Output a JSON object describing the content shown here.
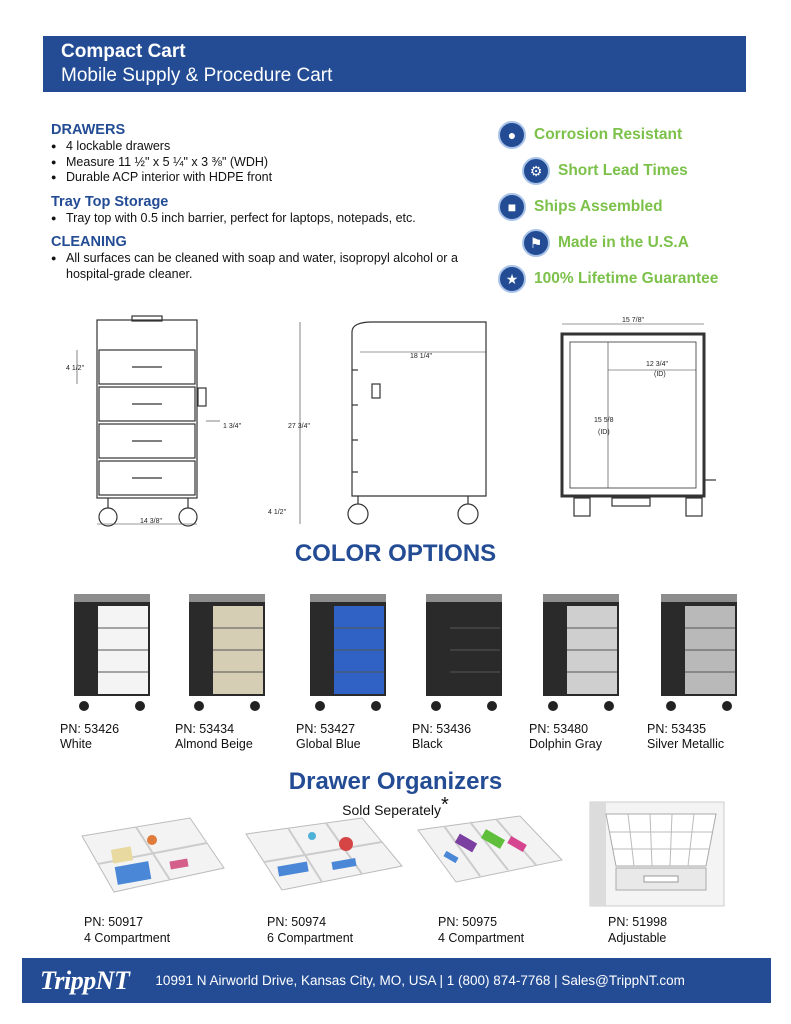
{
  "header": {
    "title": "Compact Cart",
    "subtitle": "Mobile Supply & Procedure Cart"
  },
  "specs": [
    {
      "title": "DRAWERS",
      "items": [
        "4 lockable drawers",
        "Measure 11 ½\" x 5 ¼\" x 3 ⅜\" (WDH)",
        "Durable ACP interior with HDPE front"
      ]
    },
    {
      "title": "Tray Top Storage",
      "items": [
        "Tray top with 0.5 inch barrier, perfect for laptops, notepads, etc."
      ]
    },
    {
      "title": "CLEANING",
      "items": [
        "All surfaces can be cleaned with soap and water, isopropyl alcohol or a hospital-grade cleaner."
      ]
    }
  ],
  "features": [
    {
      "label": "Corrosion Resistant",
      "icon": "corrosion-icon"
    },
    {
      "label": "Short Lead Times",
      "icon": "gear-icon"
    },
    {
      "label": "Ships Assembled",
      "icon": "truck-icon"
    },
    {
      "label": "Made in the U.S.A",
      "icon": "flag-icon"
    },
    {
      "label": "100% Lifetime Guarantee",
      "icon": "ribbon-icon"
    }
  ],
  "dimensions": {
    "front_drawer": "4 1/2\"",
    "front_side": "1 3/4\"",
    "front_width": "14 3/8\"",
    "side_depth": "18 1/4\"",
    "side_height": "27 3/4\"",
    "side_base": "4 1/2\"",
    "top_width": "15 7/8\"",
    "top_inner_width": "12 3/4\"",
    "top_inner_width_note": "(ID)",
    "top_inner_depth": "15 5/8",
    "top_inner_depth_note": "(ID)"
  },
  "color_section_title": "COLOR OPTIONS",
  "colors": [
    {
      "pn": "PN: 53426",
      "name": "White",
      "hex": "#f4f4f4"
    },
    {
      "pn": "PN: 53434",
      "name": "Almond Beige",
      "hex": "#d6cdb5"
    },
    {
      "pn": "PN: 53427",
      "name": "Global Blue",
      "hex": "#2f62c4"
    },
    {
      "pn": "PN: 53436",
      "name": "Black",
      "hex": "#2a2a2a"
    },
    {
      "pn": "PN: 53480",
      "name": "Dolphin Gray",
      "hex": "#cfcfcf"
    },
    {
      "pn": "PN: 53435",
      "name": "Silver Metallic",
      "hex": "#b9b9b9"
    }
  ],
  "organizers_title": "Drawer Organizers",
  "organizers_subtitle": "Sold Seperately",
  "organizers_asterisk": "*",
  "organizers": [
    {
      "pn": "PN: 50917",
      "name": "4 Compartment"
    },
    {
      "pn": "PN: 50974",
      "name": "6 Compartment"
    },
    {
      "pn": "PN: 50975",
      "name": "4 Compartment"
    },
    {
      "pn": "PN: 51998",
      "name": "Adjustable"
    }
  ],
  "footer": {
    "logo": "TrippNT",
    "address": "10991 N Airworld Drive, Kansas City, MO, USA | 1 (800) 874-7768 | Sales@TrippNT.com"
  },
  "brand": {
    "blue": "#234c95",
    "green": "#7cc14a"
  }
}
